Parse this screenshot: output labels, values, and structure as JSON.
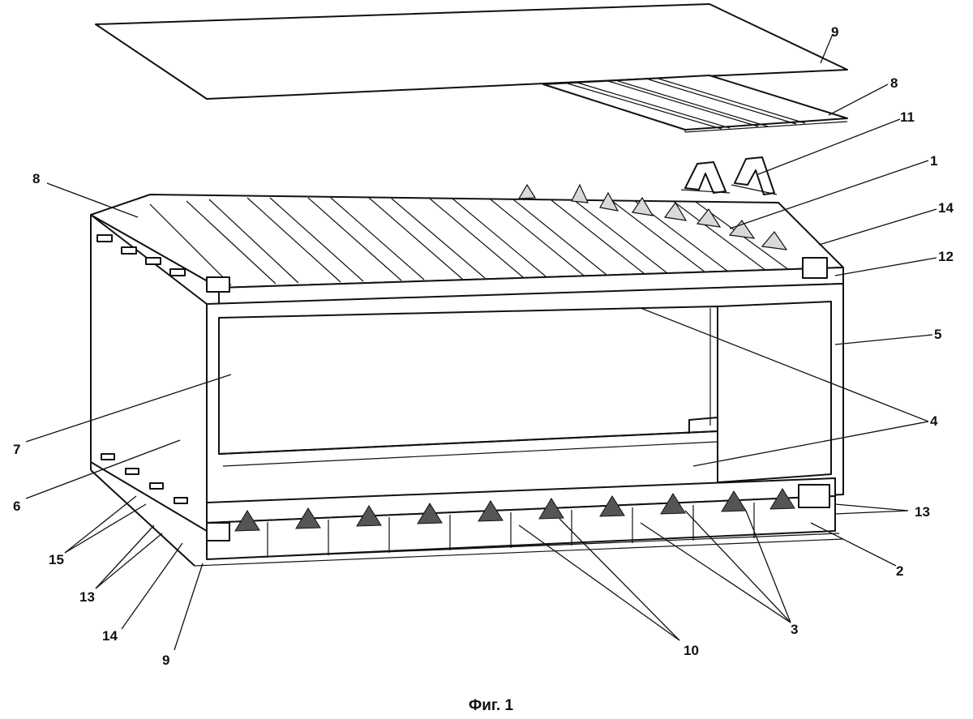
{
  "caption": "Фиг. 1",
  "labels": [
    {
      "id": "l9-top",
      "text": "9"
    },
    {
      "id": "l8-right",
      "text": "8"
    },
    {
      "id": "l11",
      "text": "11"
    },
    {
      "id": "l1",
      "text": "1"
    },
    {
      "id": "l8-left",
      "text": "8"
    },
    {
      "id": "l14-right",
      "text": "14"
    },
    {
      "id": "l12",
      "text": "12"
    },
    {
      "id": "l5",
      "text": "5"
    },
    {
      "id": "l4",
      "text": "4"
    },
    {
      "id": "l7",
      "text": "7"
    },
    {
      "id": "l6",
      "text": "6"
    },
    {
      "id": "l13-right",
      "text": "13"
    },
    {
      "id": "l15",
      "text": "15"
    },
    {
      "id": "l13-left",
      "text": "13"
    },
    {
      "id": "l2",
      "text": "2"
    },
    {
      "id": "l14-left",
      "text": "14"
    },
    {
      "id": "l3",
      "text": "3"
    },
    {
      "id": "l9-bottom",
      "text": "9"
    },
    {
      "id": "l10",
      "text": "10"
    }
  ]
}
